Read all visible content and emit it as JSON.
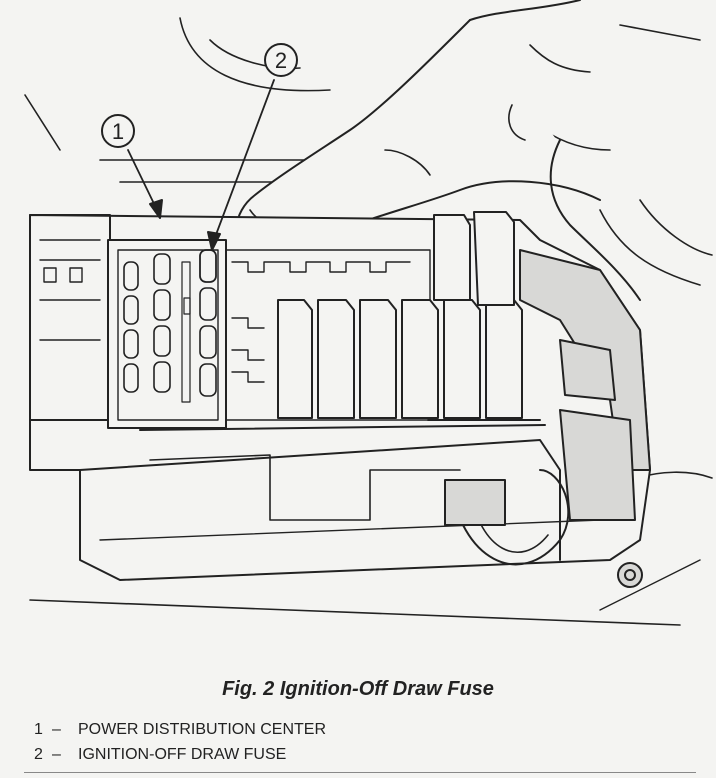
{
  "caption": "Fig. 2 Ignition-Off Draw Fuse",
  "callouts": [
    {
      "number": "1",
      "text": "POWER DISTRIBUTION CENTER"
    },
    {
      "number": "2",
      "text": "IGNITION-OFF DRAW FUSE"
    }
  ],
  "legend_separator": "–",
  "colors": {
    "ink": "#222222",
    "paper": "#f4f4f2",
    "shade": "#d8d8d6"
  }
}
